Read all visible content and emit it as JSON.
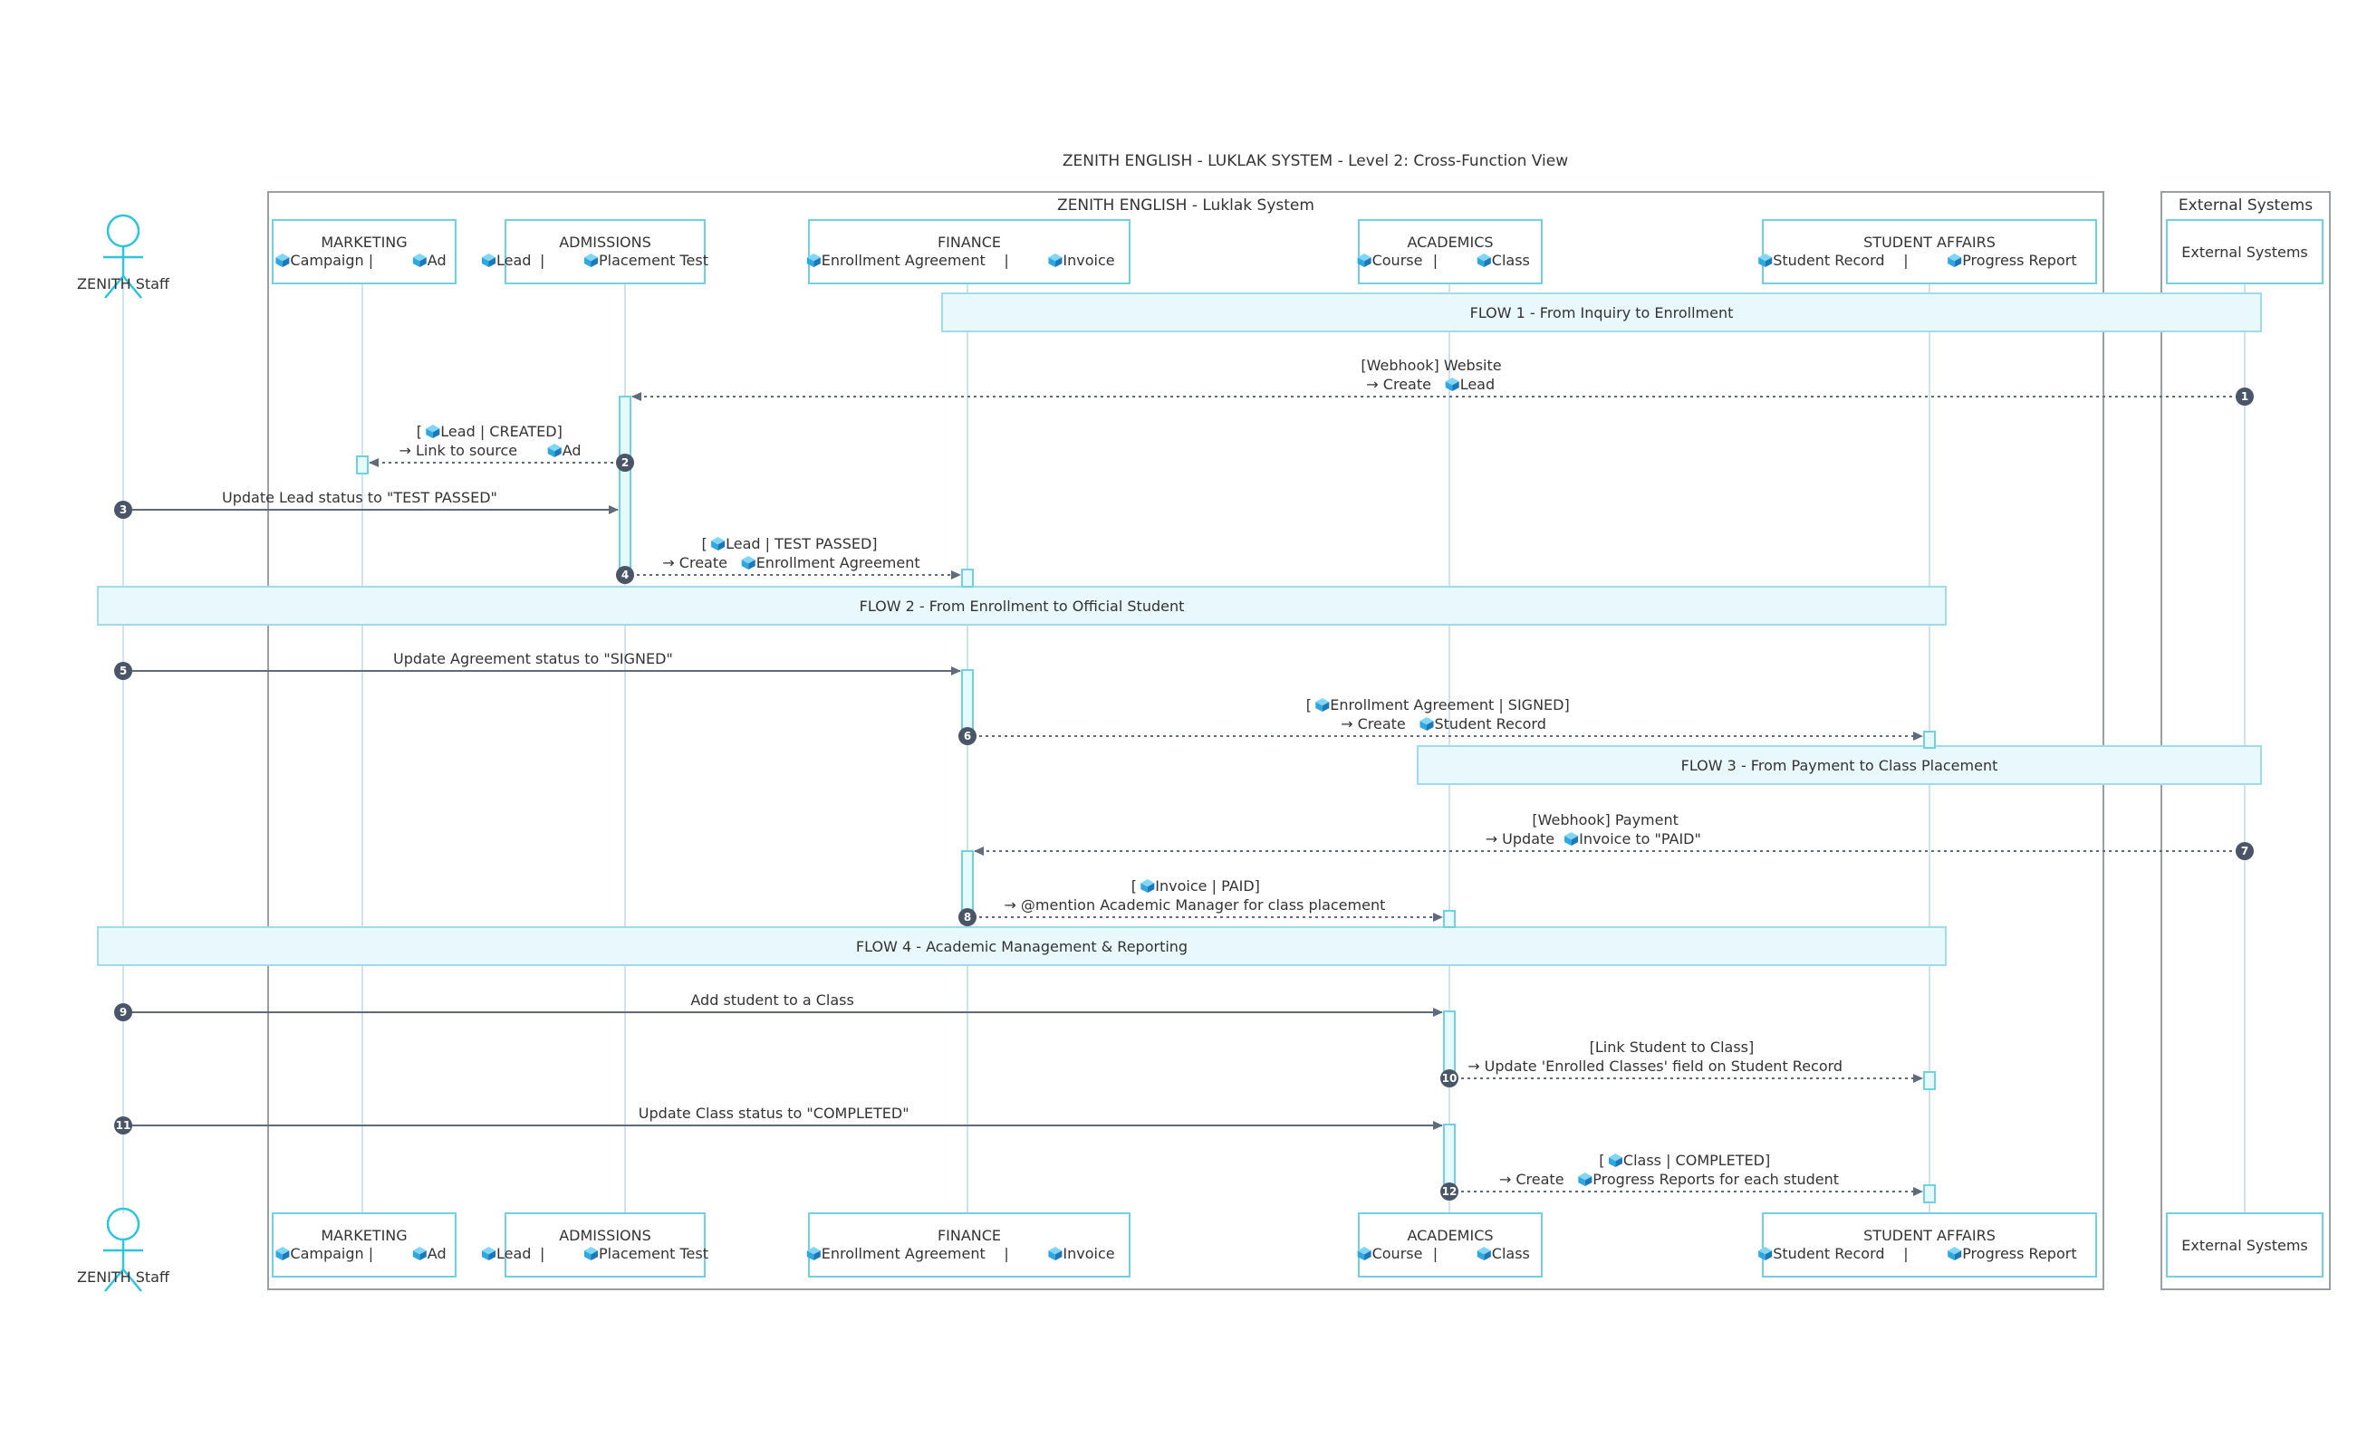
{
  "title": "ZENITH ENGLISH - LUKLAK SYSTEM - Level 2: Cross-Function View",
  "groups": [
    {
      "id": "system",
      "title": "ZENITH ENGLISH - Luklak System"
    },
    {
      "id": "external",
      "title": "External Systems"
    }
  ],
  "participants": [
    {
      "id": "staff",
      "type": "actor",
      "label": "ZENITH Staff"
    },
    {
      "id": "marketing",
      "type": "box",
      "title": "MARKETING",
      "items": [
        "Campaign",
        "Ad"
      ]
    },
    {
      "id": "admissions",
      "type": "box",
      "title": "ADMISSIONS",
      "items": [
        "Lead",
        "Placement Test"
      ]
    },
    {
      "id": "finance",
      "type": "box",
      "title": "FINANCE",
      "items": [
        "Enrollment Agreement",
        "Invoice"
      ]
    },
    {
      "id": "academics",
      "type": "box",
      "title": "ACADEMICS",
      "items": [
        "Course",
        "Class"
      ]
    },
    {
      "id": "student_affairs",
      "type": "box",
      "title": "STUDENT AFFAIRS",
      "items": [
        "Student Record",
        "Progress Report"
      ]
    },
    {
      "id": "external",
      "type": "box",
      "title": "External Systems",
      "items": []
    }
  ],
  "flows": [
    {
      "id": "flow1",
      "label": "FLOW 1 - From Inquiry to Enrollment"
    },
    {
      "id": "flow2",
      "label": "FLOW 2 - From Enrollment to Official Student"
    },
    {
      "id": "flow3",
      "label": "FLOW 3 - From Payment to Class Placement"
    },
    {
      "id": "flow4",
      "label": "FLOW 4 - Academic Management & Reporting"
    }
  ],
  "messages": [
    {
      "num": "1",
      "from": "external",
      "to": "admissions",
      "style": "dotted",
      "lines": [
        [
          "[Webhook] Website"
        ],
        [
          "→ Create ",
          {
            "icon": "cube"
          },
          " Lead"
        ]
      ]
    },
    {
      "num": "2",
      "from": "admissions",
      "to": "marketing",
      "style": "dotted",
      "lines": [
        [
          "[",
          {
            "icon": "cube"
          },
          "Lead | CREATED]"
        ],
        [
          "→ Link to source ",
          {
            "icon": "cube"
          },
          " Ad"
        ]
      ]
    },
    {
      "num": "3",
      "from": "staff",
      "to": "admissions",
      "style": "solid",
      "lines": [
        [
          "Update Lead status to \"TEST PASSED\""
        ]
      ]
    },
    {
      "num": "4",
      "from": "admissions",
      "to": "finance",
      "style": "dotted",
      "lines": [
        [
          "[",
          {
            "icon": "cube"
          },
          "Lead | TEST PASSED]"
        ],
        [
          "→ Create ",
          {
            "icon": "cube"
          },
          "Enrollment Agreement"
        ]
      ]
    },
    {
      "num": "5",
      "from": "staff",
      "to": "finance",
      "style": "solid",
      "lines": [
        [
          "Update Agreement status to \"SIGNED\""
        ]
      ]
    },
    {
      "num": "6",
      "from": "finance",
      "to": "student_affairs",
      "style": "dotted",
      "lines": [
        [
          "[",
          {
            "icon": "cube"
          },
          "Enrollment Agreement | SIGNED]"
        ],
        [
          "→ Create ",
          {
            "icon": "cube"
          },
          "Student Record"
        ]
      ]
    },
    {
      "num": "7",
      "from": "external",
      "to": "finance",
      "style": "dotted",
      "lines": [
        [
          "[Webhook] Payment"
        ],
        [
          "→ Update ",
          {
            "icon": "cube"
          },
          "Invoice to \"PAID\""
        ]
      ]
    },
    {
      "num": "8",
      "from": "finance",
      "to": "academics",
      "style": "dotted",
      "lines": [
        [
          "[",
          {
            "icon": "cube"
          },
          "Invoice | PAID]"
        ],
        [
          "→ @mention Academic Manager for class placement"
        ]
      ]
    },
    {
      "num": "9",
      "from": "staff",
      "to": "academics",
      "style": "solid",
      "lines": [
        [
          "Add student to a Class"
        ]
      ]
    },
    {
      "num": "10",
      "from": "academics",
      "to": "student_affairs",
      "style": "dotted",
      "lines": [
        [
          "[Link Student to Class]"
        ],
        [
          "→ Update 'Enrolled Classes' field on Student Record"
        ]
      ]
    },
    {
      "num": "11",
      "from": "staff",
      "to": "academics",
      "style": "solid",
      "lines": [
        [
          "Update Class status to \"COMPLETED\""
        ]
      ]
    },
    {
      "num": "12",
      "from": "academics",
      "to": "student_affairs",
      "style": "dotted",
      "lines": [
        [
          "[",
          {
            "icon": "cube"
          },
          "Class | COMPLETED]"
        ],
        [
          "→ Create ",
          {
            "icon": "cube"
          },
          "Progress Reports for each student"
        ]
      ]
    }
  ],
  "colors": {
    "lifeline": "#cfe3ef",
    "participant_border": "#6fd1e3",
    "flow_fill": "#e9f8fc",
    "activation_fill": "#e6f9fd",
    "arrow": "#5f6b7a",
    "badge": "#4a5568",
    "icon": "#2fa8e0"
  },
  "icon_names": [
    "cube-icon",
    "actor-icon"
  ]
}
